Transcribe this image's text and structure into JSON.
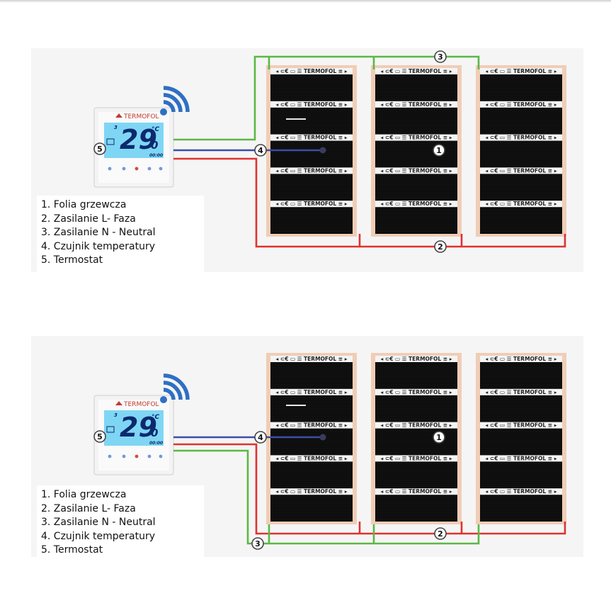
{
  "brand": "TERMOFOL",
  "thermostat": {
    "temperature": "29",
    "decimal": "0",
    "unit": "°C",
    "time": "00:00",
    "mode_digit": "3"
  },
  "badges": [
    "1",
    "2",
    "3",
    "4",
    "5"
  ],
  "legend": [
    "1. Folia grzewcza",
    "2. Zasilanie L- Faza",
    "3. Zasilanie N - Neutral",
    "4. Czujnik temperatury",
    "5. Termostat"
  ],
  "colors": {
    "live_wire": "#e0322f",
    "neutral_wire": "#5bb845",
    "sensor_wire": "#3a4ea8",
    "film": "#0c0c0c",
    "film_edge": "#f0cdb6",
    "lcd": "#7fd6f4",
    "wifi": "#2f6fc4"
  }
}
